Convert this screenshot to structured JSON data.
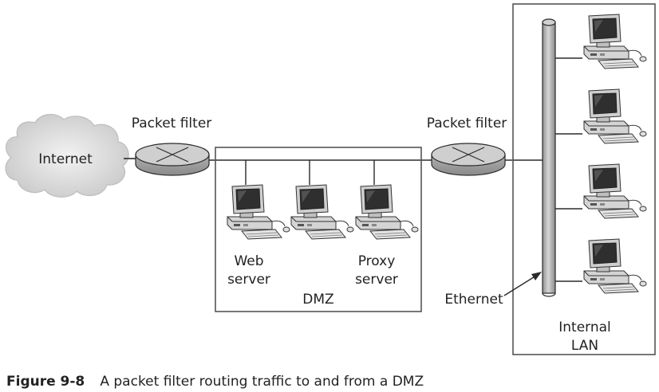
{
  "diagram": {
    "internet_label": "Internet",
    "packet_filter_left_label": "Packet filter",
    "packet_filter_right_label": "Packet filter",
    "dmz_label": "DMZ",
    "web_server_label_line1": "Web",
    "web_server_label_line2": "server",
    "proxy_server_label_line1": "Proxy",
    "proxy_server_label_line2": "server",
    "ethernet_label": "Ethernet",
    "internal_lan_label_line1": "Internal",
    "internal_lan_label_line2": "LAN"
  },
  "caption": {
    "number": "Figure 9-8",
    "text": "A packet filter routing traffic to and from a DMZ"
  },
  "icons": {
    "cloud": "cloud-icon",
    "router": "router-icon",
    "computer": "computer-icon"
  },
  "colors": {
    "line": "#2b2b2b",
    "cloud_fill": "#d9d9d9",
    "router_fill": "#c9c9c9",
    "bus_fill": "#b5b5b5"
  }
}
